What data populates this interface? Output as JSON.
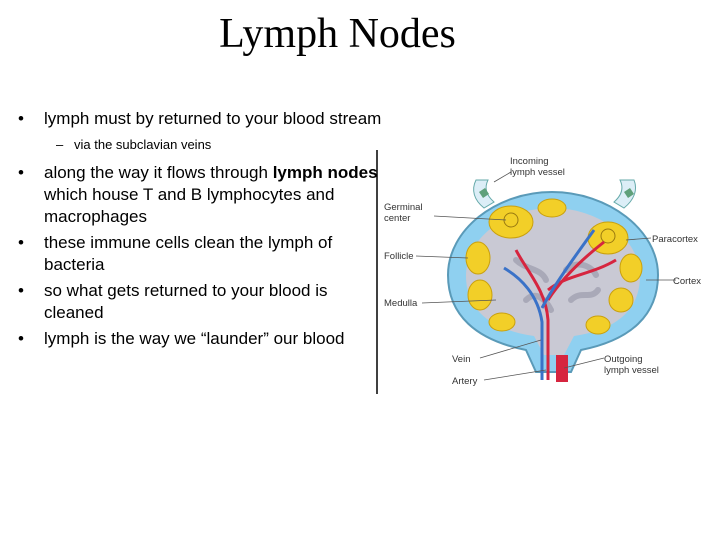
{
  "slide": {
    "title": "Lymph Nodes",
    "bullets": [
      "lymph must by returned to your blood stream",
      "along the way it flows through ",
      "lymph nodes",
      " which house T and B lymphocytes and macrophages",
      "these immune cells clean the lymph of bacteria",
      "so what gets returned to your blood is cleaned",
      "lymph is the way we “launder” our blood"
    ],
    "sub_bullet": "via the subclavian veins",
    "bullet_glyph": "•",
    "dash_glyph": "–"
  },
  "diagram": {
    "labels": {
      "incoming": "Incoming",
      "incoming2": "lymph vessel",
      "germinal": "Germinal",
      "germinal2": "center",
      "paracortex": "Paracortex",
      "follicle": "Follicle",
      "cortex": "Cortex",
      "medulla": "Medulla",
      "vein": "Vein",
      "outgoing": "Outgoing",
      "outgoing2": "lymph vessel",
      "artery": "Artery"
    },
    "colors": {
      "capsule": "#8fd0f0",
      "interior": "#c9c9d4",
      "follicle": "#f2cf28",
      "vessel_red": "#d6253f",
      "vessel_blue": "#3a72c8",
      "valve": "#5fa07a"
    }
  }
}
